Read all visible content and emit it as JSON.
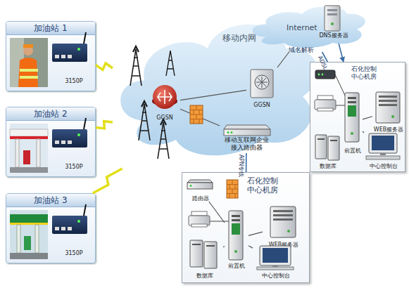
{
  "diagram": {
    "nodes": [
      {
        "text": [
          "加油站 1",
          "3150P"
        ]
      },
      {
        "text": [
          "加油站 2",
          "3150P"
        ]
      },
      {
        "text": [
          "加油站 3",
          "3150P"
        ]
      },
      {
        "text": [
          "移动内网"
        ]
      },
      {
        "text": [
          "GGSN"
        ],
        "in": 3
      },
      {
        "text": [
          "GGSN"
        ],
        "in": 3
      },
      {
        "text": [
          "移动互联网企业接入路由器"
        ]
      },
      {
        "text": [
          "Internet"
        ]
      },
      {
        "text": [
          "DNS服务器"
        ],
        "in": 7
      },
      {
        "text": [
          "石化控制中心机房"
        ]
      },
      {
        "text": [
          "前置机"
        ],
        "in": 9
      },
      {
        "text": [
          "WEB服务器"
        ],
        "in": 9
      },
      {
        "text": [
          "数据库"
        ],
        "in": 9
      },
      {
        "text": [
          "中心控制台"
        ],
        "in": 9
      },
      {
        "text": [
          "石化控制中心机房"
        ]
      },
      {
        "text": [
          "路由器"
        ],
        "in": 14
      },
      {
        "text": [
          "前置机"
        ],
        "in": 14
      },
      {
        "text": [
          "WEB服务器"
        ],
        "in": 14
      },
      {
        "text": [
          "数据库"
        ],
        "in": 14
      },
      {
        "text": [
          "中心控制台"
        ],
        "in": 14
      }
    ],
    "edges": [
      {
        "from": 0,
        "to": 3,
        "arrow": "none"
      },
      {
        "from": 1,
        "to": 3,
        "arrow": "none"
      },
      {
        "from": 2,
        "to": 3,
        "arrow": "none"
      },
      {
        "from": 4,
        "to": 5,
        "arrow": "none"
      },
      {
        "from": 4,
        "to": 6,
        "arrow": "none"
      },
      {
        "from": 5,
        "to": 7,
        "arrow": "none"
      },
      {
        "from": 8,
        "to": 9,
        "label": "域名解析",
        "arrow": "to"
      },
      {
        "from": 7,
        "to": 9,
        "label": "ADSL",
        "arrow": "none"
      },
      {
        "from": 6,
        "to": 14,
        "label": "APN专线",
        "arrow": "none"
      },
      {
        "from": 10,
        "to": 11,
        "arrow": "none"
      },
      {
        "from": 10,
        "to": 12,
        "arrow": "none"
      },
      {
        "from": 10,
        "to": 13,
        "arrow": "none"
      },
      {
        "from": 16,
        "to": 15,
        "arrow": "none"
      },
      {
        "from": 16,
        "to": 17,
        "arrow": "none"
      },
      {
        "from": 16,
        "to": 18,
        "arrow": "none"
      },
      {
        "from": 16,
        "to": 19,
        "arrow": "none"
      }
    ]
  }
}
